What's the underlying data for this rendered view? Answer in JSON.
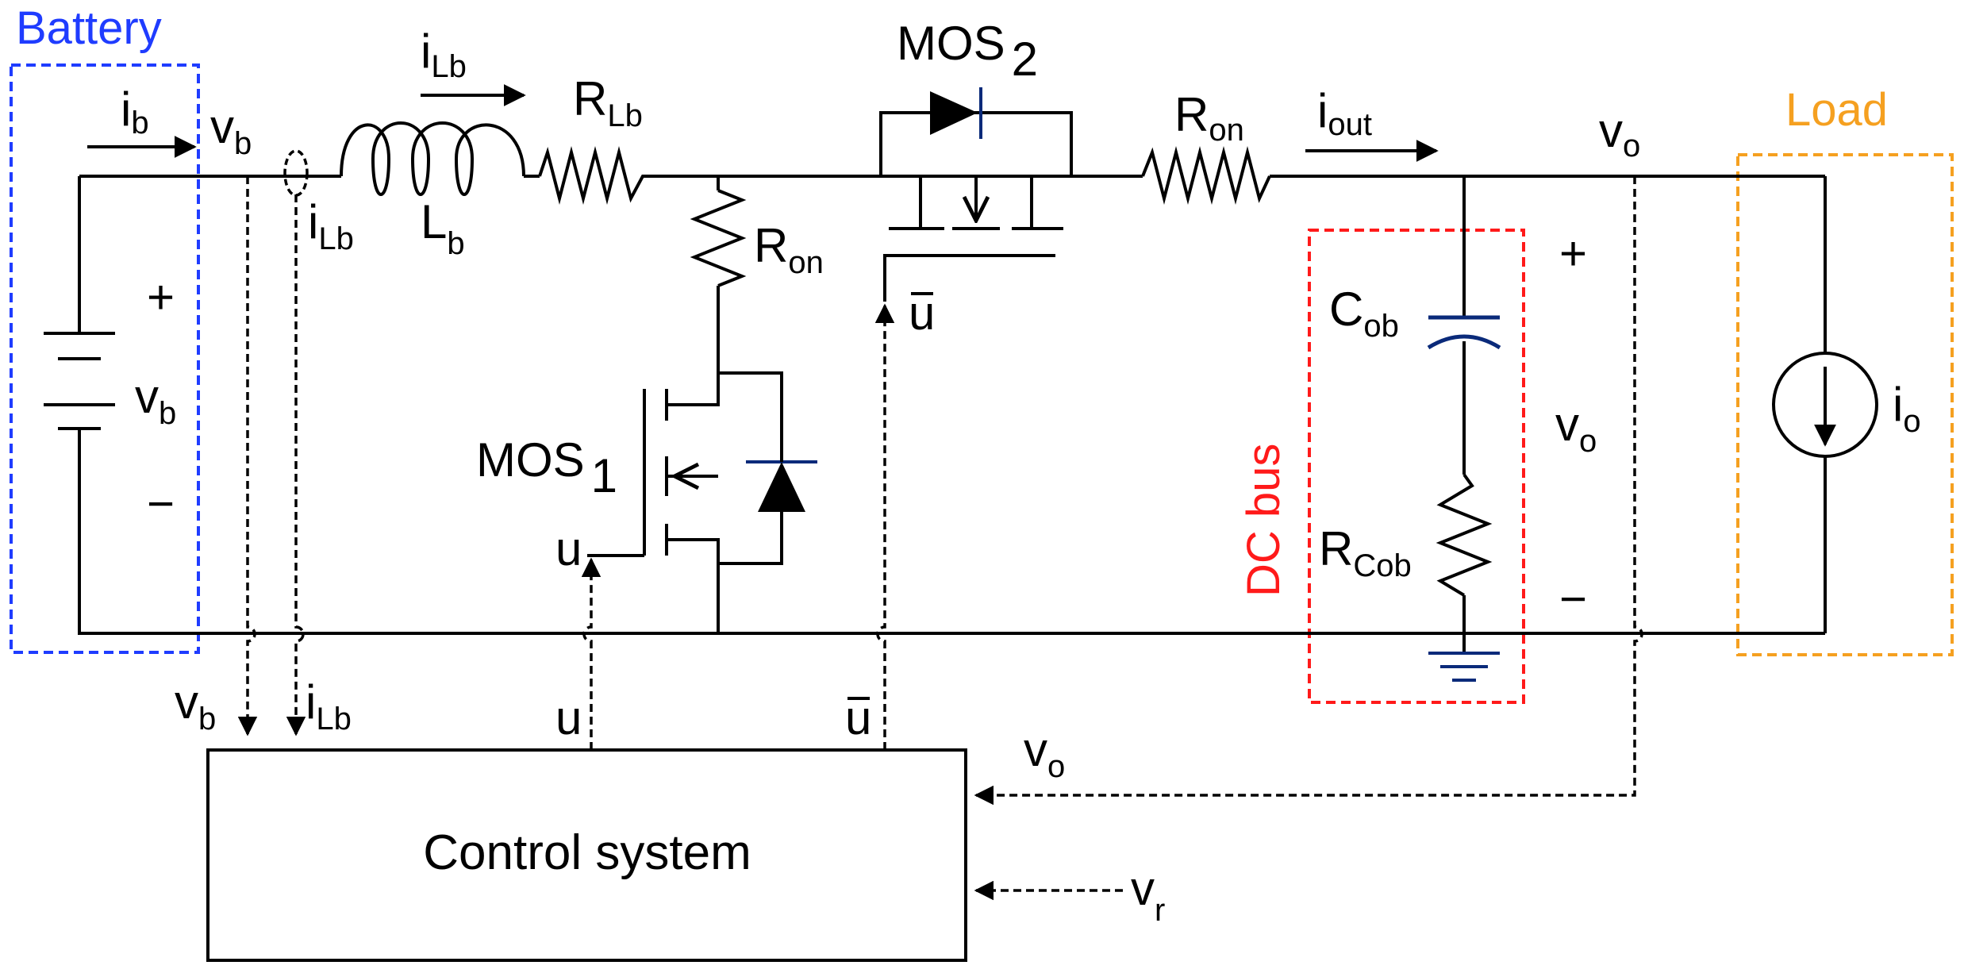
{
  "colors": {
    "battery": "#1f3cff",
    "load": "#f5a020",
    "dcbus": "#ff1a1a",
    "device": "#0a2a7a",
    "wire": "#000000"
  },
  "regions": {
    "battery": "Battery",
    "load": "Load",
    "dcbus": "DC bus"
  },
  "components": {
    "mos1": {
      "base": "MOS",
      "sub": "1"
    },
    "mos2": {
      "base": "MOS",
      "sub": "2"
    },
    "inductor": {
      "base": "L",
      "sub": "b"
    },
    "r_lb": {
      "base": "R",
      "sub": "Lb"
    },
    "r_on_top": {
      "base": "R",
      "sub": "on"
    },
    "r_on_mid": {
      "base": "R",
      "sub": "on"
    },
    "c_ob": {
      "base": "C",
      "sub": "ob"
    },
    "r_cob": {
      "base": "R",
      "sub": "Cob"
    },
    "load_source": {
      "base": "i",
      "sub": "o"
    },
    "battery_voltage": {
      "base": "v",
      "sub": "b"
    }
  },
  "signals": {
    "i_b": {
      "base": "i",
      "sub": "b"
    },
    "v_b_node": {
      "base": "v",
      "sub": "b"
    },
    "i_lb_top": {
      "base": "i",
      "sub": "Lb"
    },
    "i_lb_sense": {
      "base": "i",
      "sub": "Lb"
    },
    "i_out": {
      "base": "i",
      "sub": "out"
    },
    "v_o_node": {
      "base": "v",
      "sub": "o"
    },
    "v_o_mid": {
      "base": "v",
      "sub": "o"
    },
    "u_gate": "u",
    "ubar_gate": "u",
    "v_b_ctrl": {
      "base": "v",
      "sub": "b"
    },
    "i_lb_ctrl": {
      "base": "i",
      "sub": "Lb"
    },
    "u_ctrl": "u",
    "ubar_ctrl": "u",
    "v_o_ctrl": {
      "base": "v",
      "sub": "o"
    },
    "v_r_ctrl": {
      "base": "v",
      "sub": "r"
    }
  },
  "polarity": {
    "plus": "+",
    "minus": "−"
  },
  "control_box": {
    "label": "Control system"
  }
}
